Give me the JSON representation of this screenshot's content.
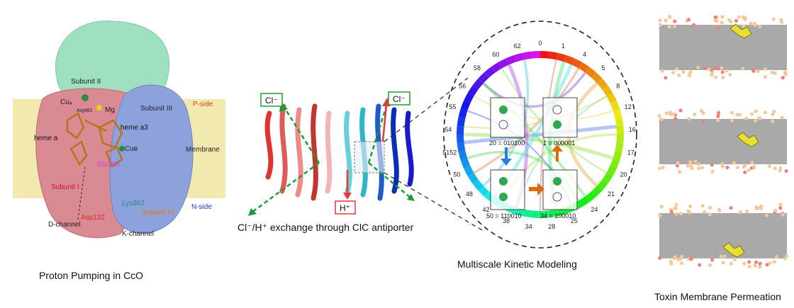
{
  "captions": {
    "cco": "Proton Pumping in CcO",
    "clc": "Cl⁻/H⁺ exchange through ClC antiporter",
    "kinetic": "Multiscale Kinetic Modeling",
    "toxin": "Toxin Membrane Permeation"
  },
  "cco_labels": {
    "subunit2": "Subunit II",
    "subunit3": "Subunit III",
    "subunit1": "Subunit I",
    "subunit4": "Subunit IV",
    "cua": "Cuₐ",
    "mg": "Mg",
    "arg481": "Arg481",
    "heme_a": "heme a",
    "heme_a3": "heme a3",
    "cub": "Cuʙ",
    "glu286": "Glu286",
    "lys362": "Lys362",
    "asp132": "Asp132",
    "d_channel": "D-channel",
    "k_channel": "K-channel",
    "p_side": "P-side",
    "n_side": "N-side",
    "membrane": "Membrane"
  },
  "clc_labels": {
    "cl_left": "Cl⁻",
    "cl_right": "Cl⁻",
    "h_plus": "H⁺"
  },
  "wheel": {
    "ticks": [
      "0",
      "1",
      "4",
      "5",
      "8",
      "12",
      "16",
      "17",
      "20",
      "21",
      "24",
      "25",
      "28",
      "34",
      "38",
      "42",
      "48",
      "50",
      "5152",
      "54",
      "55",
      "56",
      "58",
      "60",
      "62"
    ],
    "states": [
      {
        "label": "20 = 010100"
      },
      {
        "label": "1 = 000001"
      },
      {
        "label": "50 = 110010"
      },
      {
        "label": "34 = 100010"
      }
    ]
  },
  "colors": {
    "p_side": "#e53935",
    "n_side": "#1e3fd8",
    "glu": "#d63ad6",
    "lys": "#1f8a7a",
    "asp": "#d62728",
    "sub4": "#e07b00",
    "cl_box": "#1a9e3a",
    "h_box": "#e53935"
  }
}
